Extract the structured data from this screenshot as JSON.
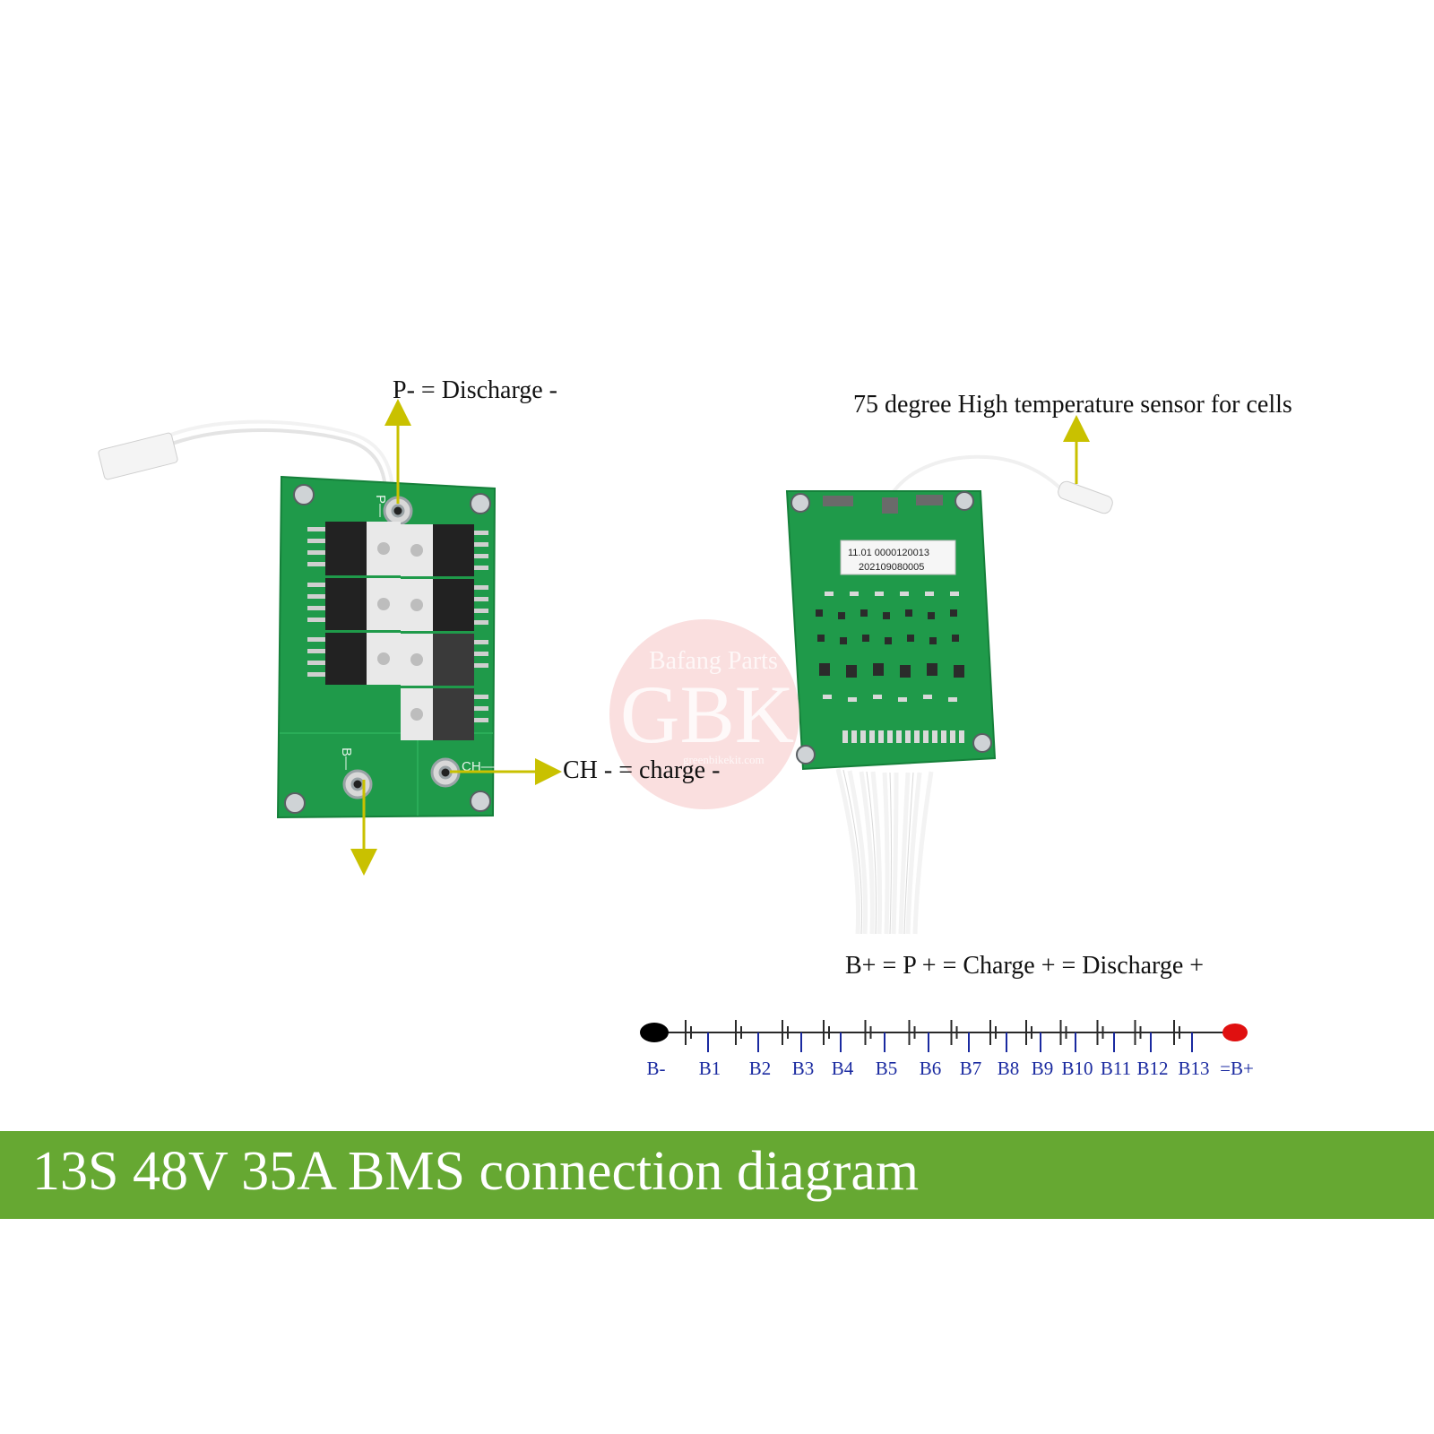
{
  "labels": {
    "p_minus": "P- = Discharge -",
    "ch_minus": "CH - = charge -",
    "temp_sensor": "75 degree High temperature sensor for cells",
    "b_plus": "B+ = P + = Charge + = Discharge +"
  },
  "board_left": {
    "silk_p": "P—",
    "silk_b": "B—",
    "silk_ch": "CH—"
  },
  "board_right": {
    "sticker_line1": "11.01  0000120013",
    "sticker_line2": "202109080005"
  },
  "watermark": {
    "line1": "Bafang Parts",
    "line2": "GBK",
    "line3": "greenbikekit.com"
  },
  "wiring": {
    "nodes": [
      "B-",
      "B1",
      "B2",
      "B3",
      "B4",
      "B5",
      "B6",
      "B7",
      "B8",
      "B9",
      "B10",
      "B11",
      "B12",
      "B13",
      "=B+"
    ],
    "colors": {
      "negative": "#000000",
      "positive": "#e01010",
      "node_text": "#1a2aa0"
    }
  },
  "banner": {
    "title": "13S 48V 35A BMS connection diagram",
    "color": "#66a832"
  },
  "accent": {
    "arrow": "#c9c100",
    "pcb": "#1f9a4a"
  }
}
